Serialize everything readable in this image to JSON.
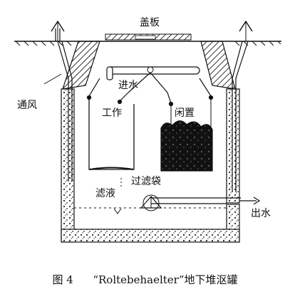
{
  "labels": {
    "cover": "盖板",
    "vent": "通风",
    "inlet": "进水",
    "working": "工作",
    "idle": "闲置",
    "filtrate": "滤液",
    "filter_bag": "过滤袋",
    "outlet": "出水"
  },
  "caption": {
    "prefix": "图 4",
    "title": "“Roltebehaelter”地下堆沤罐"
  },
  "icons": {
    "vent_arrow": "up-arrow",
    "outlet_arrow": "right-arrow"
  },
  "colors": {
    "ink": "#111111",
    "wall_hatch": "#555555",
    "paper": "#ffffff"
  }
}
